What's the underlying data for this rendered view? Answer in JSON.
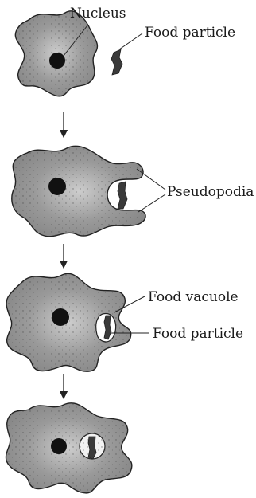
{
  "diagram": {
    "labels": {
      "nucleus": "Nucleus",
      "food_particle_top": "Food particle",
      "pseudopodia": "Pseudopodia",
      "food_vacuole": "Food vacuole",
      "food_particle_bottom": "Food particle"
    },
    "colors": {
      "cytoplasm": "#8f8f8f",
      "cytoplasm_light": "#c9c9c9",
      "nucleus": "#111111",
      "outline": "#222222",
      "food": "#3a3a3a",
      "vacuole": "#ffffff"
    }
  }
}
